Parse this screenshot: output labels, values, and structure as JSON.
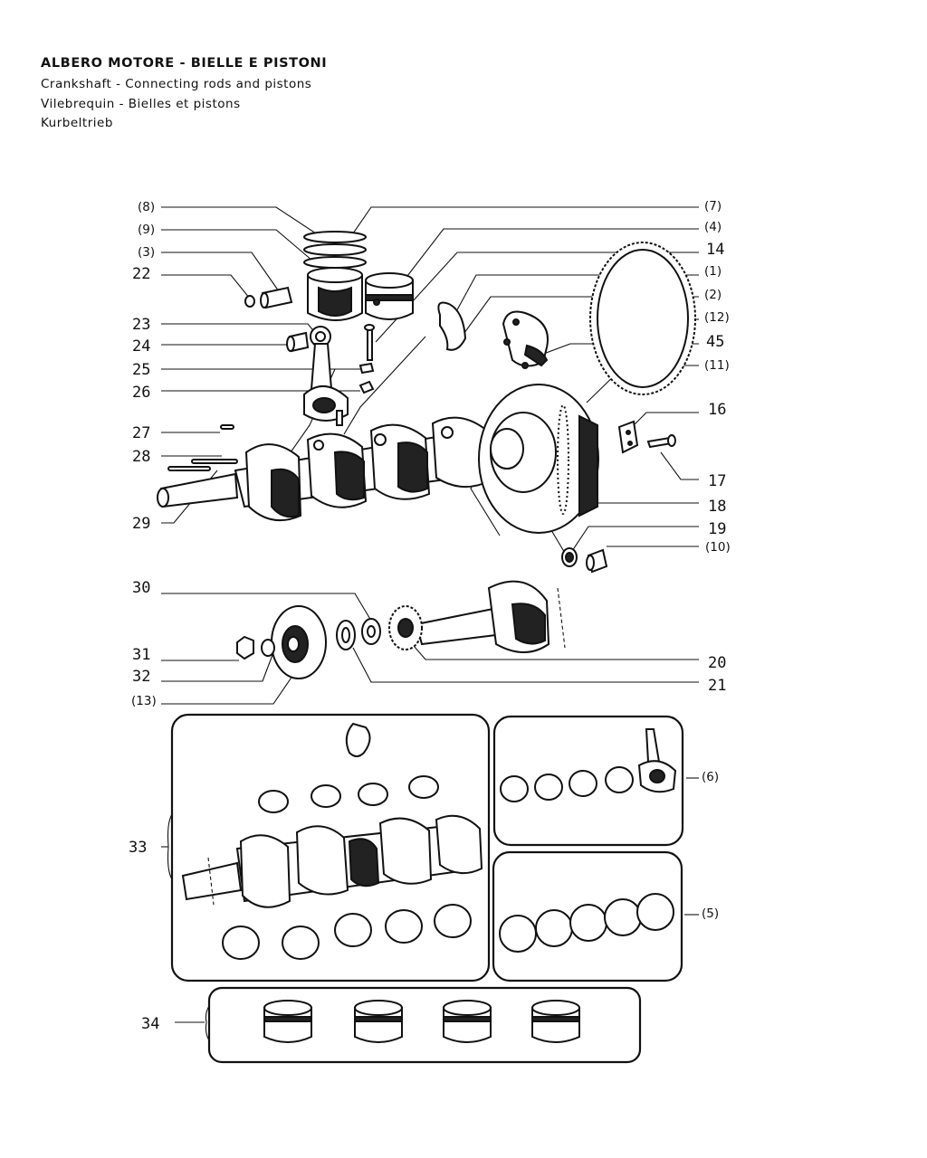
{
  "header": {
    "title": "ALBERO MOTORE - BIELLE E PISTONI",
    "subtitle_en": "Crankshaft - Connecting rods and pistons",
    "subtitle_fr": "Vilebrequin - Bielles et pistons",
    "subtitle_de": "Kurbeltrieb"
  },
  "callouts_left": [
    "(8)",
    "(9)",
    "(3)",
    "22",
    "23",
    "24",
    "25",
    "26",
    "27",
    "28",
    "29",
    "30",
    "31",
    "32",
    "(13)",
    "33",
    "34"
  ],
  "callouts_right": [
    "(7)",
    "(4)",
    "14",
    "(1)",
    "(2)",
    "(12)",
    "45",
    "(11)",
    "16",
    "17",
    "18",
    "19",
    "(10)",
    "20",
    "21",
    "(6)",
    "(5)"
  ]
}
